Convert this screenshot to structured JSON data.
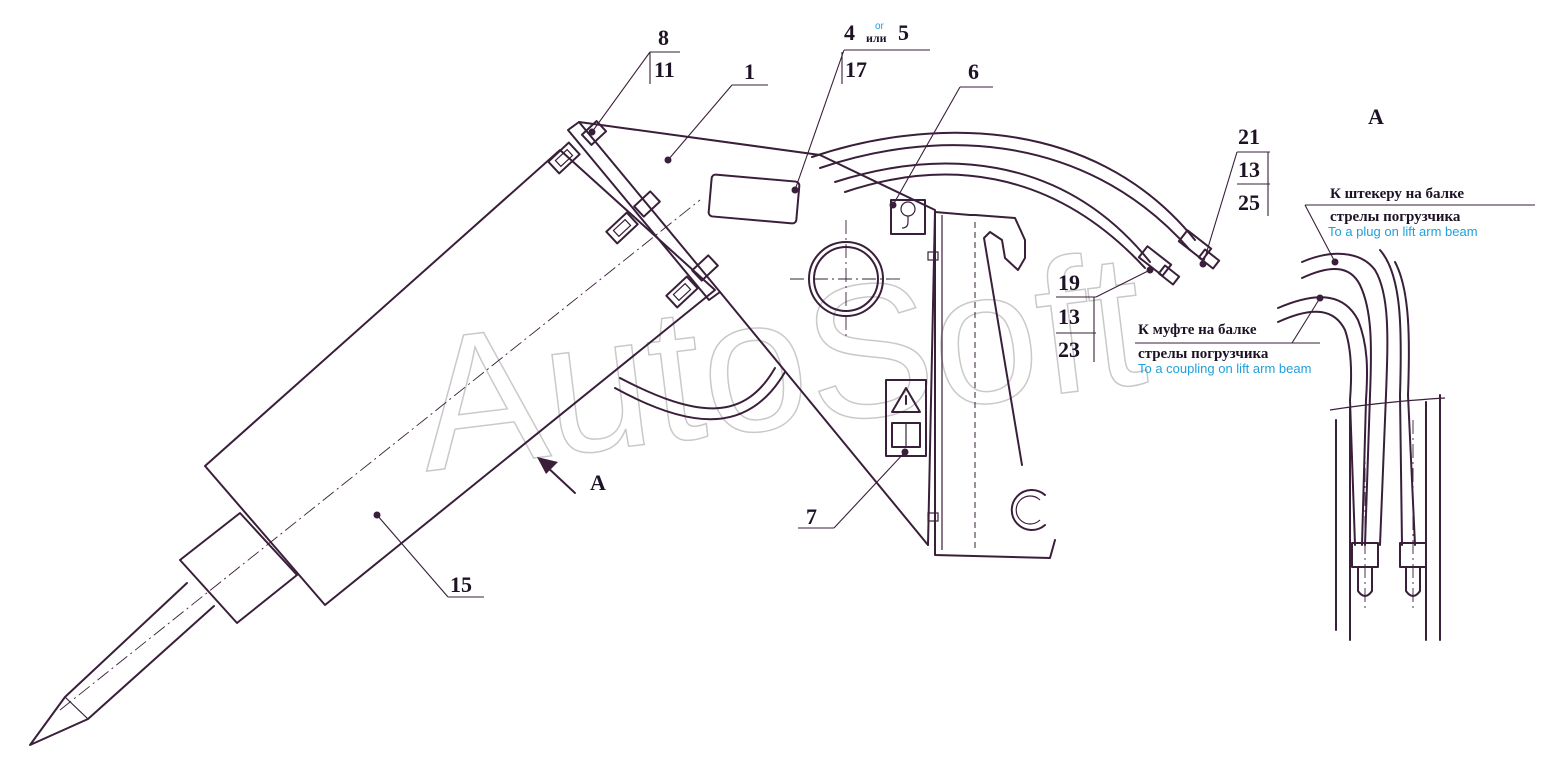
{
  "watermark": "AutoSoft",
  "labels": {
    "p1": "1",
    "p4": "4",
    "or_en": "or",
    "or_ru": "или",
    "p5": "5",
    "p17": "17",
    "p6": "6",
    "p7": "7",
    "p8": "8",
    "p11": "11",
    "p15": "15",
    "p19": "19",
    "p13a": "13",
    "p23": "23",
    "p21": "21",
    "p13b": "13",
    "p25": "25"
  },
  "view": {
    "arrow_label": "A",
    "title": "A"
  },
  "notes": {
    "plug_ru_1": "К штекеру на балке",
    "plug_ru_2": "стрелы погрузчика",
    "plug_en": "To a plug on lift arm beam",
    "coupling_ru_1": "К муфте на балке",
    "coupling_ru_2": "стрелы погрузчика",
    "coupling_en": "To a coupling on lift arm beam"
  }
}
